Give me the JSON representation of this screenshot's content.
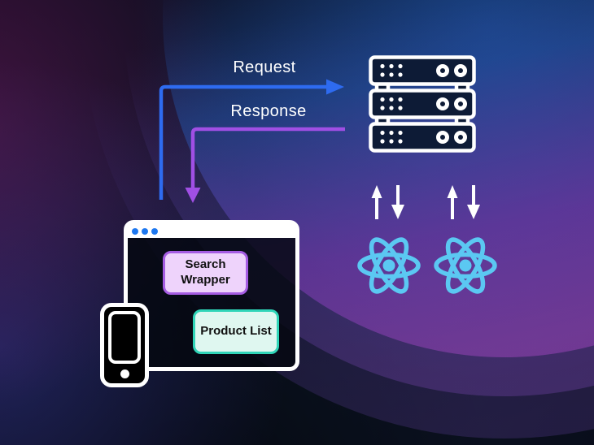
{
  "diagram": {
    "request_label": "Request",
    "response_label": "Response",
    "server": {
      "icon": "server-stack-icon",
      "units": 3
    },
    "sync": {
      "up_icon": "up-arrow-icon",
      "down_icon": "down-arrow-icon",
      "pairs": 2
    },
    "react": {
      "icon": "react-logo-icon",
      "count": 2
    },
    "client": {
      "browser_icon": "browser-window-icon",
      "phone_icon": "phone-icon",
      "search_wrapper_label": "Search Wrapper",
      "product_list_label": "Product List"
    },
    "colors": {
      "request_arrow": "#2e6bf0",
      "response_arrow": "#a04fe4",
      "react_logo": "#5bc8f2",
      "browser_dot": "#1e78f0",
      "search_wrapper_fill": "#eed3fb",
      "search_wrapper_border": "#a55ce2",
      "product_list_fill": "#dff7f0",
      "product_list_border": "#30d5b8"
    }
  }
}
